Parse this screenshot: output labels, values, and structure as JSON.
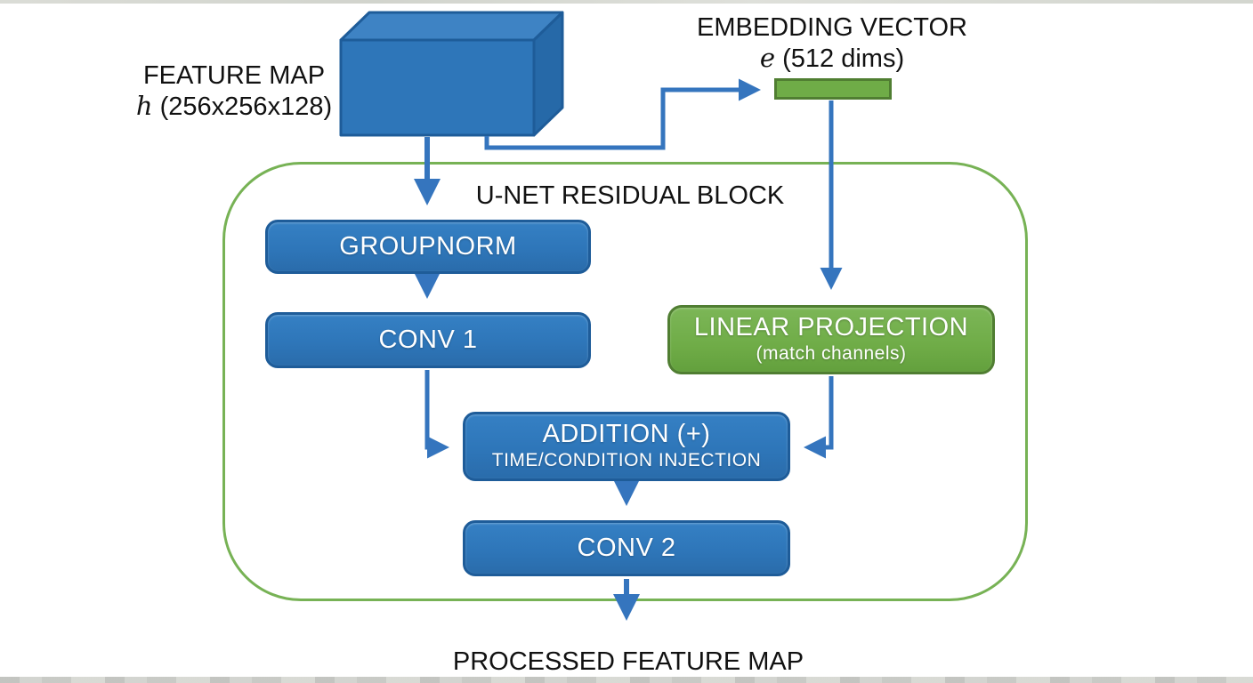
{
  "colors": {
    "background": "#FFFFFF",
    "block-blue": "#2E76B9",
    "block-blue-dark": "#1E5C99",
    "cuboid-top": "#3E83C4",
    "cuboid-side": "#2669A8",
    "arrow-blue": "#3575BE",
    "green-fill": "#6FAC47",
    "green-dark": "#507E32",
    "container-green": "#77B255",
    "text-black": "#111111",
    "text-white": "#FFFFFF"
  },
  "feature_map": {
    "label_line1": "FEATURE MAP",
    "var": "h",
    "label_line2_rest": " (256x256x128)"
  },
  "embedding": {
    "label_line1": "EMBEDDING VECTOR",
    "var": "e",
    "label_line2_rest": " (512 dims)"
  },
  "container": {
    "title": "U-NET RESIDUAL BLOCK"
  },
  "blocks": {
    "groupnorm": {
      "label": "GROUPNORM"
    },
    "conv1": {
      "label": "CONV 1"
    },
    "linear_projection": {
      "label": "LINEAR PROJECTION",
      "sublabel": "(match channels)"
    },
    "addition": {
      "label": "ADDITION (+)",
      "sublabel": "TIME/CONDITION INJECTION"
    },
    "conv2": {
      "label": "CONV 2"
    }
  },
  "output": {
    "label": "PROCESSED FEATURE MAP"
  }
}
